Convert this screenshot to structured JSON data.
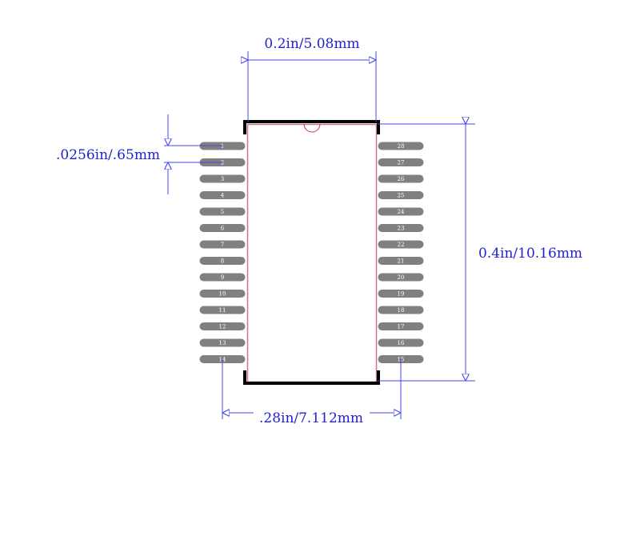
{
  "diagram": {
    "dimensions": {
      "top_width": "0.2in/5.08mm",
      "pitch": ".0256in/.65mm",
      "body_length": "0.4in/10.16mm",
      "lead_span": ".28in/7.112mm"
    },
    "left_pins": [
      "1",
      "2",
      "3",
      "4",
      "5",
      "6",
      "7",
      "8",
      "9",
      "10",
      "11",
      "12",
      "13",
      "14"
    ],
    "right_pins": [
      "28",
      "27",
      "26",
      "25",
      "24",
      "23",
      "22",
      "21",
      "20",
      "19",
      "18",
      "17",
      "16",
      "15"
    ],
    "colors": {
      "dimension": "#4444ee",
      "dimension_text": "#2222cc",
      "outline": "#000000",
      "body": "#cc7788",
      "pin": "#808080",
      "pin_text": "#ffffff"
    }
  }
}
